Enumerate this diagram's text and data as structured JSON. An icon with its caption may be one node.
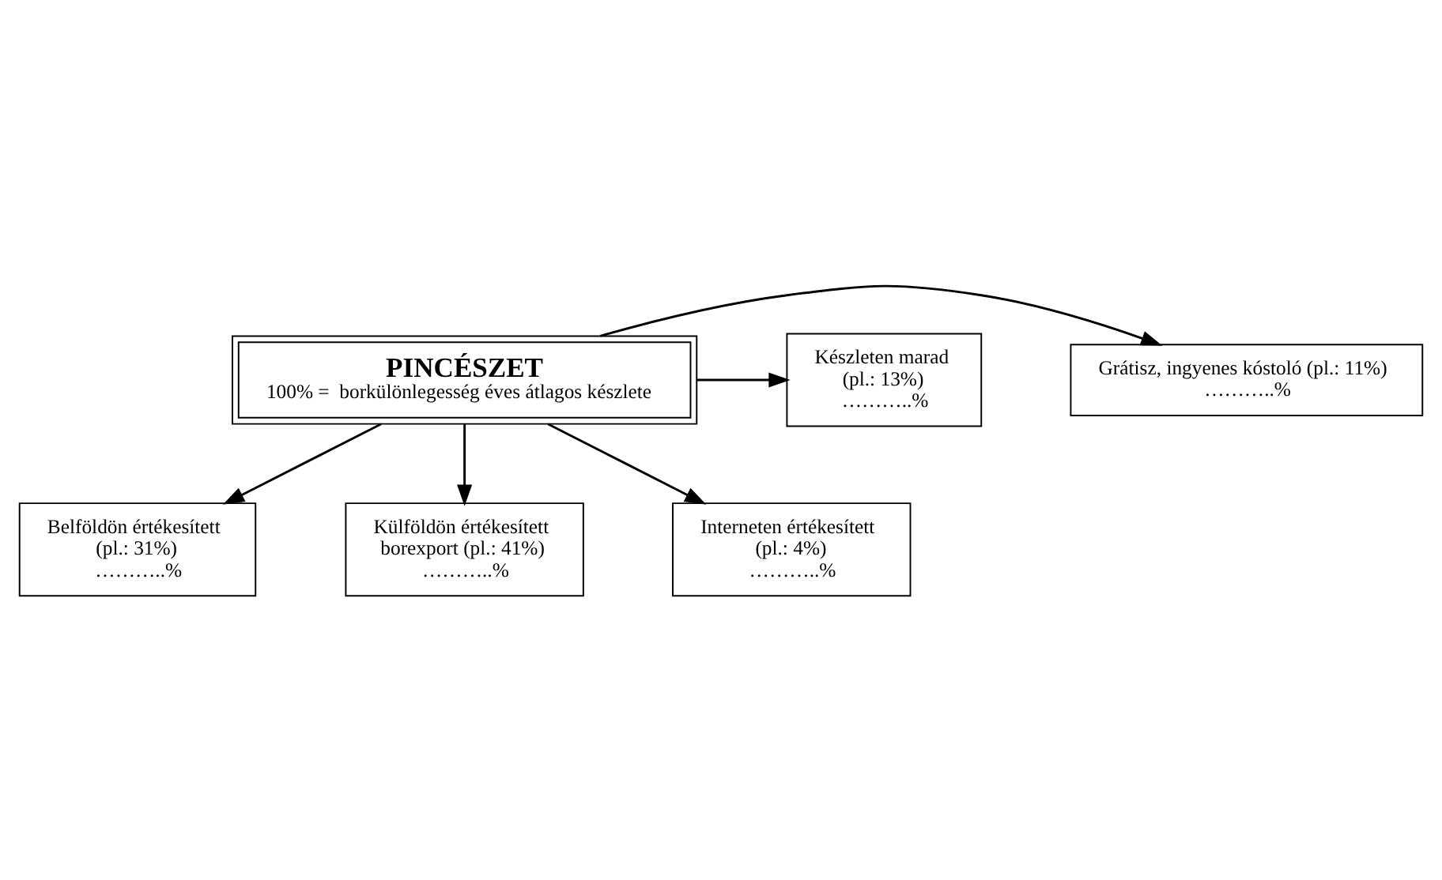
{
  "diagram": {
    "nodes": [
      {
        "text": [
          "PINCÉSZET",
          "100% =  borkülönlegesség éves átlagos készlete"
        ]
      },
      {
        "text": [
          "Készleten marad",
          "(pl.: 13%)",
          "………..%"
        ]
      },
      {
        "text": [
          "Grátisz, ingyenes kóstoló (pl.: 11%)",
          "………..%"
        ]
      },
      {
        "text": [
          "Belföldön értékesített",
          "(pl.: 31%)",
          "………..%"
        ]
      },
      {
        "text": [
          "Külföldön értékesített",
          "borexport (pl.: 41%)",
          "………..%"
        ]
      },
      {
        "text": [
          "Interneten értékesített",
          "(pl.: 4%)",
          "………..%"
        ]
      }
    ],
    "edges": [
      {
        "from": 0,
        "to": 1,
        "arrow": "to"
      },
      {
        "from": 0,
        "to": 2,
        "arrow": "to"
      },
      {
        "from": 0,
        "to": 3,
        "arrow": "to"
      },
      {
        "from": 0,
        "to": 4,
        "arrow": "to"
      },
      {
        "from": 0,
        "to": 5,
        "arrow": "to"
      }
    ]
  }
}
